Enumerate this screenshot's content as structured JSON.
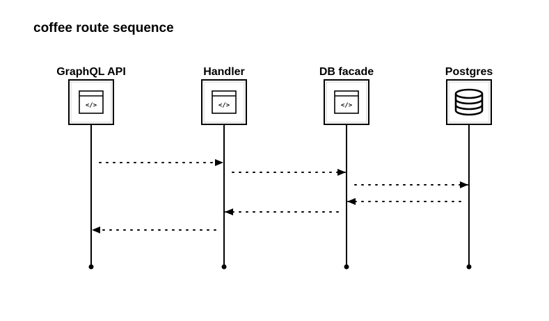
{
  "title": "coffee route sequence",
  "participants": [
    {
      "id": "graphql-api",
      "label": "GraphQL API",
      "icon": "code-window-icon"
    },
    {
      "id": "handler",
      "label": "Handler",
      "icon": "code-window-icon"
    },
    {
      "id": "db-facade",
      "label": "DB facade",
      "icon": "code-window-icon"
    },
    {
      "id": "postgres",
      "label": "Postgres",
      "icon": "database-icon"
    }
  ],
  "messages": [
    {
      "from": 0,
      "to": 1,
      "style": "dotted",
      "label": ""
    },
    {
      "from": 1,
      "to": 2,
      "style": "dotted",
      "label": ""
    },
    {
      "from": 2,
      "to": 3,
      "style": "dotted",
      "label": ""
    },
    {
      "from": 3,
      "to": 2,
      "style": "dotted",
      "label": ""
    },
    {
      "from": 2,
      "to": 1,
      "style": "dotted",
      "label": ""
    },
    {
      "from": 1,
      "to": 0,
      "style": "dotted",
      "label": ""
    }
  ],
  "colors": {
    "line": "#000000",
    "background": "#ffffff"
  },
  "code_glyph": "</>"
}
